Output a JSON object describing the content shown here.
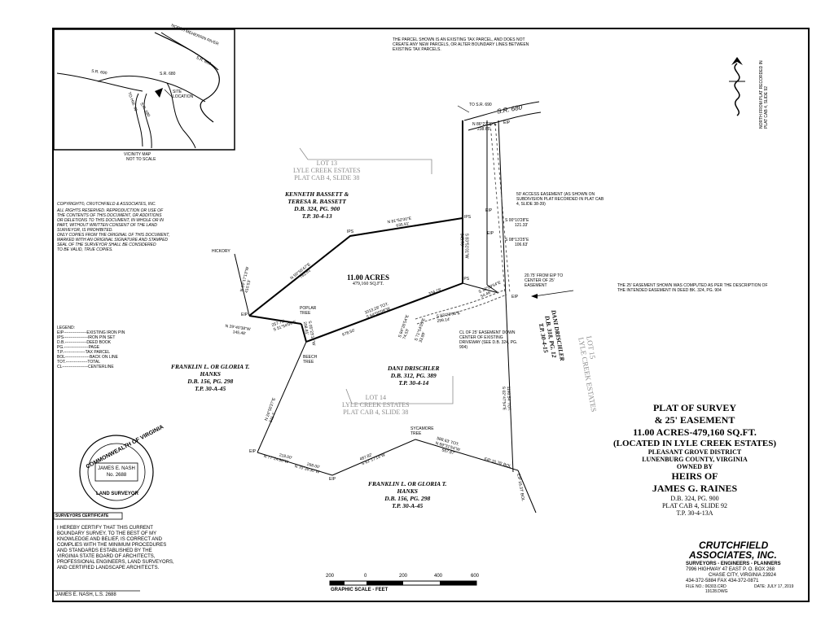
{
  "notes": {
    "parcel_note": "THE PARCEL SHOWN IS AN EXISTING TAX PARCEL, AND DOES NOT CREATE ANY NEW PARCELS, OR ALTER BOUNDARY LINES BETWEEN EXISTING TAX PARCELS.",
    "north_note": "NORTH FROM PLAT RECORDED IN PLAT CAB 4, SLIDE 92",
    "easement_note": "THE 25' EASEMENT SHOWN WAS COMPUTED AS PER THE DESCRIPTION OF THE INTENDED EASEMENT IN DEED BK. 324, PG. 904",
    "access_easement": "50' ACCESS EASEMENT (AS SHOWN ON SUBDIVISION PLAT RECORDED IN PLAT CAB 4, SLIDE 38-39)",
    "cl_easement": "CL OF 25' EASEMENT DOWN CENTER OF EXISTING DRIVEWAY (SEE D.B. 324, PG. 904)",
    "copyright": [
      "COPYRIGHT©, CRUTCHFIELD & ASSOCIATES, INC.",
      "ALL RIGHTS RESERVED. REPRODUCTION OR USE OF",
      "THE CONTENTS OF THIS DOCUMENT, OR ADDITIONS",
      "OR DELETIONS TO THIS DOCUMENT, IN WHOLE OR IN",
      "PART, WITHOUT WRITTEN CONSENT OF THE LAND",
      "SURVEYOR, IS PROHIBITED.",
      "ONLY COPIES FROM THE ORIGINAL OF THIS DOCUMENT,",
      "MARKED WITH AN ORIGINAL SIGNATURE AND STAMPED",
      "SEAL OF THE SURVEYOR SHALL BE CONSIDERED",
      "TO BE VALID, TRUE COPIES."
    ]
  },
  "vicinity_map": {
    "caption1": "VICINITY MAP",
    "caption2": "NOT TO SCALE",
    "river": "NORTH MEHERRIN RIVER",
    "road1": "S.R. 689",
    "road2": "S.R. 680",
    "road3": "S.R. 690",
    "road4": "S.R. 680",
    "road5": "TO HW. 49",
    "site": "SITE LOCATION"
  },
  "legend": {
    "title": "LEGEND:",
    "items": [
      "EIP-----------------EXISTING IRON PIN",
      "IPS------------------IRON PIN SET",
      "D.B.----------------DEED BOOK",
      "PG.------------------PAGE",
      "T.P.----------------TAX PARCEL",
      "BOL------------------BACK ON LINE",
      "TOT.----------------TOTAL",
      "CL-------------------CENTERLINE"
    ]
  },
  "parcels": {
    "lot13": [
      "LOT 13",
      "LYLE CREEK ESTATES",
      "PLAT CAB 4, SLIDE 38"
    ],
    "lot14": [
      "LOT 14",
      "LYLE CREEK ESTATES",
      "PLAT CAB 4, SLIDE 38"
    ],
    "lot15": [
      "LOT 15",
      "LYLE CREEK ESTATES"
    ],
    "bassett": [
      "KENNETH BASSETT &",
      "TERESA R. BASSETT",
      "D.B. 324, PG. 900",
      "T.P. 30-4-13"
    ],
    "hanks_w": [
      "FRANKLIN L. OR GLORIA T.",
      "HANKS",
      "D.B. 156, PG. 298",
      "T.P. 30-A-45"
    ],
    "hanks_s": [
      "FRANKLIN L. OR GLORIA T.",
      "HANKS",
      "D.B. 156, PG. 298",
      "T.P. 30-A-45"
    ],
    "drischler_s": [
      "DANI DRISCHLER",
      "D.B. 312, PG. 389",
      "T.P. 30-4-14"
    ],
    "drischler_e": [
      "DANI DRISCHLER",
      "D.B. 318, PG. 12",
      "T.P. 30-4-15"
    ],
    "subject_acres": "11.00 ACRES",
    "subject_sqft": "479,160 SQ.FT."
  },
  "calls": {
    "c1": "N 86°27'20\"E",
    "c1d": "238.65'",
    "c2": "N 81°52'00\"E",
    "c2d": "635.91'",
    "c3": "N 50°56'47\"E",
    "c3d": "762.81'",
    "c4": "N 14°17'13\"W",
    "c4d": "410.53'",
    "c5": "N 29°40'38\"W",
    "c5d": "145.48'",
    "c6": "S 64°00'08\"W",
    "c6d": "1013.29' TOT.",
    "c6e": "678.50'",
    "c6f": "334.79'",
    "c7": "S 51°54'09\"E",
    "c7d": "257.71'",
    "c8": "S 83°51'01\"W",
    "c8d": "345.70'",
    "c9": "S 05°23'18\"W",
    "c9d": "298.81'",
    "c10": "S 82°23'08\"E",
    "c10d": "299.14'",
    "c11": "S 84°26'54\"E",
    "c11d": "74.53'",
    "c12": "S 71°54'05\"E",
    "c12d": "33.89'",
    "c13": "S 00°10'28\"E",
    "c13d": "121.33'",
    "c14": "S 08°13'25\"E",
    "c14d": "106.63'",
    "c15": "S 33°59'54\"E",
    "c15d": "54.46'",
    "c16": "N 77°24'30\"W",
    "c16d": "218.00'",
    "c17": "N 70°39'30\"W",
    "c17d": "268.00'",
    "c18": "S 62°17'19\"W",
    "c18d": "487.82'",
    "c19": "N 69°31'54\"W",
    "c19d": "588.63' TOT.",
    "c19e": "567.87'",
    "c20": "N 24°50'27\"E",
    "c20d": "511.1'",
    "c21": "S 02°47'54\"E",
    "c21d": "1140.54' TOT.",
    "c22": "EIP 20.76' BOL",
    "c23": "EIP 16.37' BOL",
    "c24": "20.75' FROM EIP TO CENTER OF 25' EASEMENT",
    "to_road": "TO S.R. 690",
    "road": "S.R. 680"
  },
  "markers": {
    "hickory": "HICKORY",
    "poplar": "POPLAR TREE",
    "beech": "BEECH TREE",
    "sycamore": "SYCAMORE TREE",
    "eip": "EIP",
    "ips": "IPS"
  },
  "seal": {
    "ring": "COMMONWEALTH OF VIRGINIA",
    "bottom": "LAND SURVEYOR",
    "name": "JAMES E. NASH",
    "number": "No. 2688"
  },
  "certificate": {
    "title": "SURVEYORS CERTIFICATE",
    "lines": [
      "I HEREBY CERTIFY THAT THIS CURRENT",
      "BOUNDARY SURVEY, TO THE BEST OF MY",
      "KNOWLEDGE AND BELIEF, IS CORRECT AND",
      "COMPLIES WITH THE MINIMUM PROCEDURES",
      "AND STANDARDS ESTABLISHED BY THE",
      "VIRGINIA STATE BOARD OF ARCHITECTS,",
      "PROFESSIONAL ENGINEERS, LAND SURVEYORS,",
      "AND CERTIFIED LANDSCAPE ARCHITECTS."
    ],
    "signature_line": "JAMES E. NASH, L.S. 2688"
  },
  "title_block": {
    "l1": "PLAT OF SURVEY",
    "l2": "& 25' EASEMENT",
    "l3": "11.00 ACRES-479,160 SQ.FT.",
    "l4": "(LOCATED IN LYLE CREEK ESTATES)",
    "l5": "PLEASANT GROVE DISTRICT",
    "l6": "LUNENBURG COUNTY, VIRGINIA",
    "l7": "OWNED BY",
    "l8": "HEIRS OF",
    "l9": "JAMES G. RAINES",
    "l10": "D.B. 324, PG. 900",
    "l11": "PLAT CAB 4, SLIDE 92",
    "l12": "T.P. 30-4-13A"
  },
  "scale": {
    "ticks": [
      "200",
      "0",
      "200",
      "400",
      "600"
    ],
    "caption": "GRAPHIC SCALE - FEET"
  },
  "firm": {
    "name1": "CRUTCHFIELD",
    "name2": "ASSOCIATES, INC.",
    "services": "SURVEYORS - ENGINEERS - PLANNERS",
    "address1": "7996 HIGHWAY 47 EAST     P. O. BOX 268",
    "address2": "CHASE CITY, VIRGINIA  23924",
    "phone": "434-372-5884     FAX 434-372-0871",
    "file_label": "FILE NO.:",
    "file_no": "06303.CRD",
    "dwg": "19128.DWG",
    "date_label": "DATE:",
    "date": "JULY 17, 2019"
  }
}
